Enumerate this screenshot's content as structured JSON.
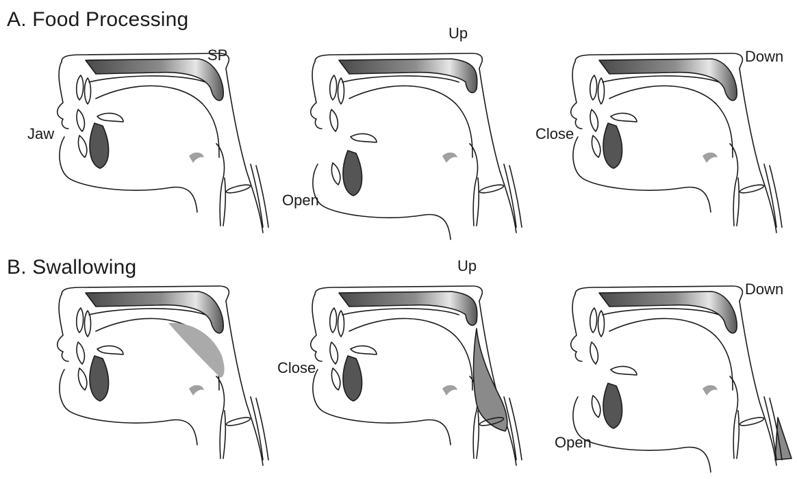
{
  "figure": {
    "section_a": {
      "title": "A. Food Processing"
    },
    "section_b": {
      "title": "B. Swallowing"
    },
    "panels": [
      {
        "labels": [
          "SP",
          "Jaw"
        ]
      },
      {
        "labels": [
          "Up",
          "Open"
        ]
      },
      {
        "labels": [
          "Down",
          "Close"
        ]
      },
      {
        "labels": []
      },
      {
        "labels": [
          "Up",
          "Close"
        ]
      },
      {
        "labels": [
          "Down",
          "Open"
        ]
      }
    ]
  },
  "colors": {
    "outline": "#1a1a1a",
    "dark_fill": "#555555",
    "mid_fill": "#8a8a8a",
    "light_fill": "#aaaaaa",
    "hyoid_fill": "#a0a0a0"
  }
}
